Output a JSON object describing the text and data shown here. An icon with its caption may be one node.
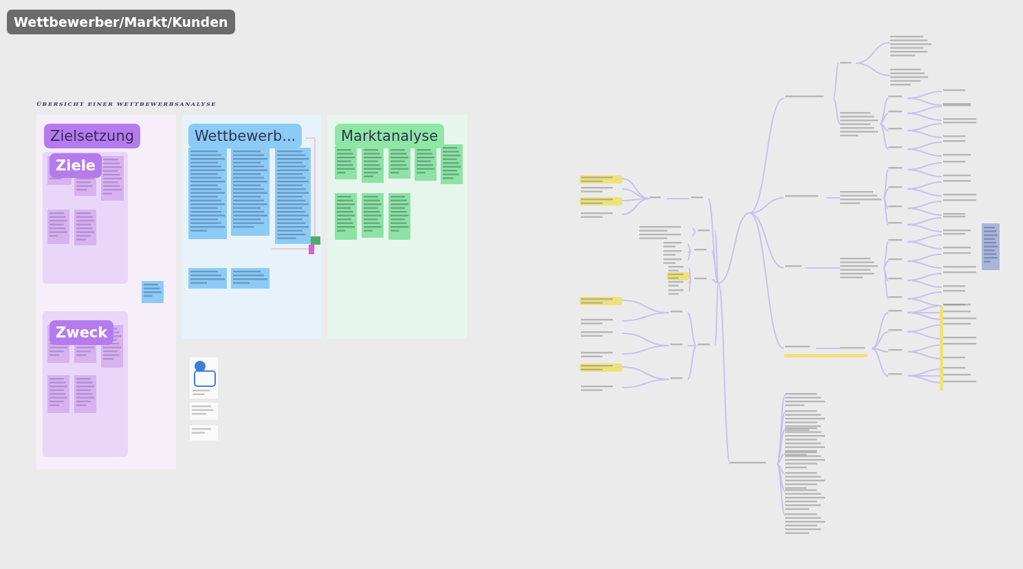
{
  "diagram": {
    "title": "Wettbewerber/Markt/Kunden",
    "nodes": [
      {
        "text": [
          "Zielsetzung"
        ]
      },
      {
        "text": [
          "Ziele"
        ],
        "in": 0
      },
      {
        "text": [
          "Zweck"
        ],
        "in": 0
      },
      {
        "text": [
          "Wettbewerb..."
        ]
      },
      {
        "text": [
          "Marktanalyse"
        ]
      }
    ],
    "labels": [
      "ÜBERSICHT EINER WETTBEWERBSANALYSE"
    ]
  }
}
